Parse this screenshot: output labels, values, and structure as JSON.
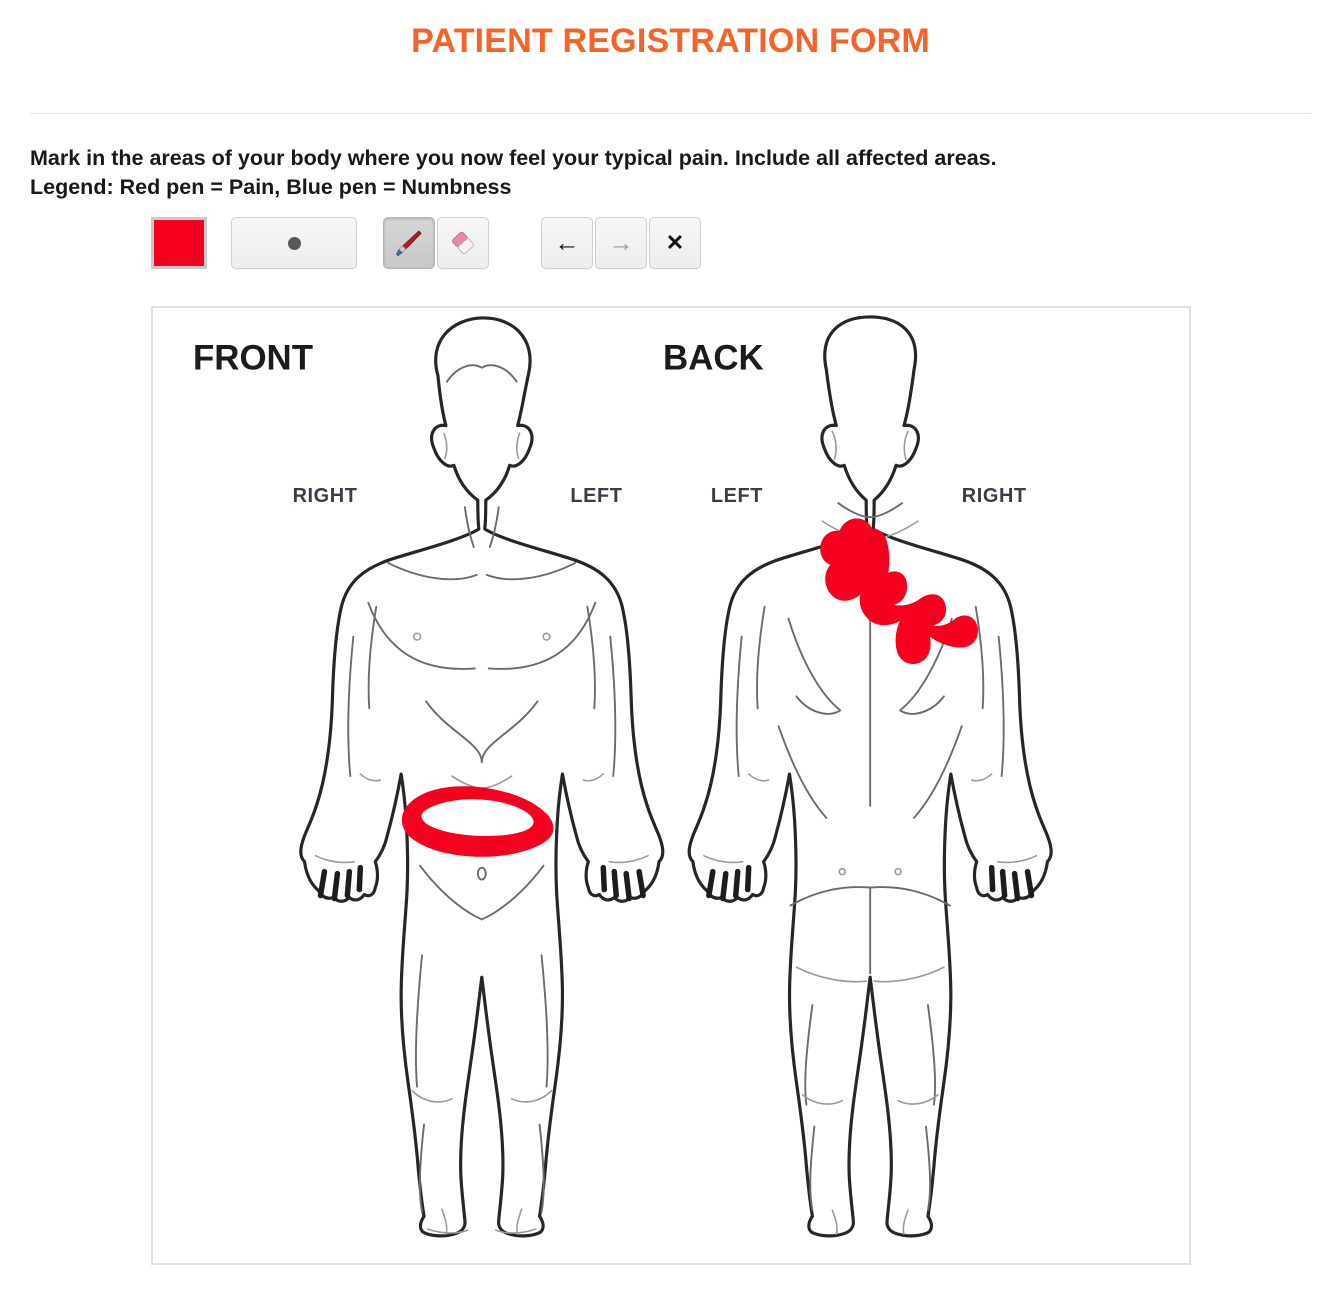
{
  "header": {
    "title": "PATIENT REGISTRATION FORM",
    "title_color": "#f4642a",
    "divider": true
  },
  "instructions": {
    "line1": "Mark in the areas of your body where you now feel your typical pain. Include all affected areas.",
    "line2": "Legend: Red pen = Pain, Blue pen = Numbness"
  },
  "toolbar": {
    "color_swatch": {
      "name": "current-color",
      "value": "#f5001e",
      "label": ""
    },
    "brush_size": {
      "label": "●",
      "dot_color": "#585858"
    },
    "pen_tool": {
      "label": "🖌️",
      "icon": "paintbrush-icon",
      "active": true
    },
    "eraser_tool": {
      "label": "🧹",
      "icon": "eraser-icon",
      "active": false
    },
    "undo": {
      "label": "←",
      "icon": "arrow-left-icon",
      "enabled": true
    },
    "redo": {
      "label": "→",
      "icon": "arrow-right-icon",
      "enabled": false
    },
    "clear": {
      "label": "✕",
      "icon": "close-icon",
      "enabled": true
    }
  },
  "canvas": {
    "front": {
      "view_label": "FRONT",
      "right_label": "RIGHT",
      "left_label": "LEFT"
    },
    "back": {
      "view_label": "BACK",
      "left_label": "LEFT",
      "right_label": "RIGHT"
    },
    "marks": {
      "pen_color": "#f5001e",
      "items": [
        {
          "name": "front-lower-abdomen-mark",
          "view": "front",
          "region": "lower abdomen / left lower quadrant",
          "type": "pain",
          "color": "#f5001e"
        },
        {
          "name": "back-upper-shoulder-mark",
          "view": "back",
          "region": "upper back between shoulder blades, right of midline",
          "type": "pain",
          "color": "#f5001e"
        }
      ]
    }
  }
}
